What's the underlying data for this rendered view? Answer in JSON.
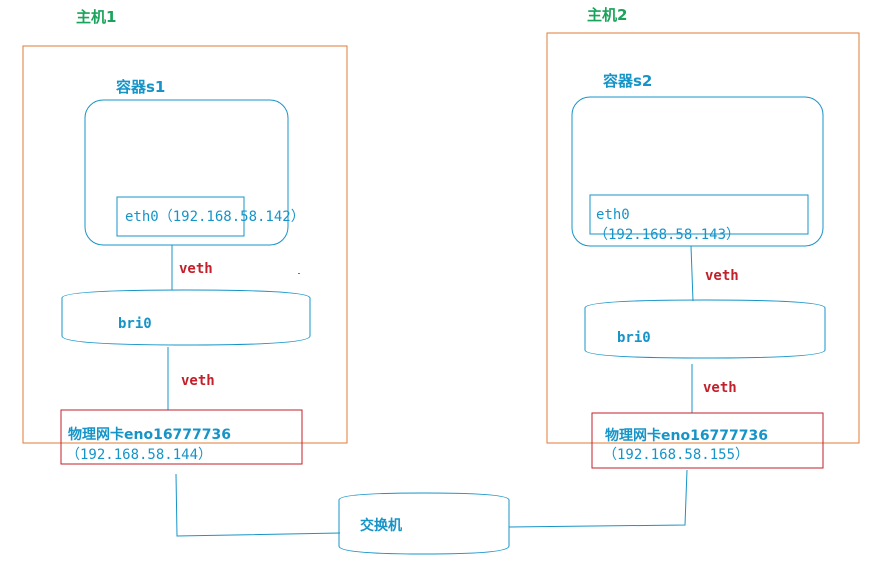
{
  "host1": {
    "title": "主机1",
    "container": {
      "title": "容器s1",
      "eth": "eth0（192.168.58.142）"
    },
    "bridge": "bri0",
    "veth_top": "veth",
    "veth_bottom": "veth",
    "nic": {
      "name": "物理网卡eno16777736",
      "ip": "（192.168.58.144）"
    }
  },
  "host2": {
    "title": "主机2",
    "container": {
      "title": "容器s2",
      "eth_name": "eth0",
      "eth_ip": "（192.168.58.143）"
    },
    "bridge": "bri0",
    "veth_top": "veth",
    "veth_bottom": "veth",
    "nic": {
      "name": "物理网卡eno16777736",
      "ip": "（192.168.58.155）"
    }
  },
  "switch": "交换机",
  "colors": {
    "host_border": "#e07b35",
    "blue": "#1694c8",
    "red": "#c2202b",
    "green": "#1aa35a"
  }
}
